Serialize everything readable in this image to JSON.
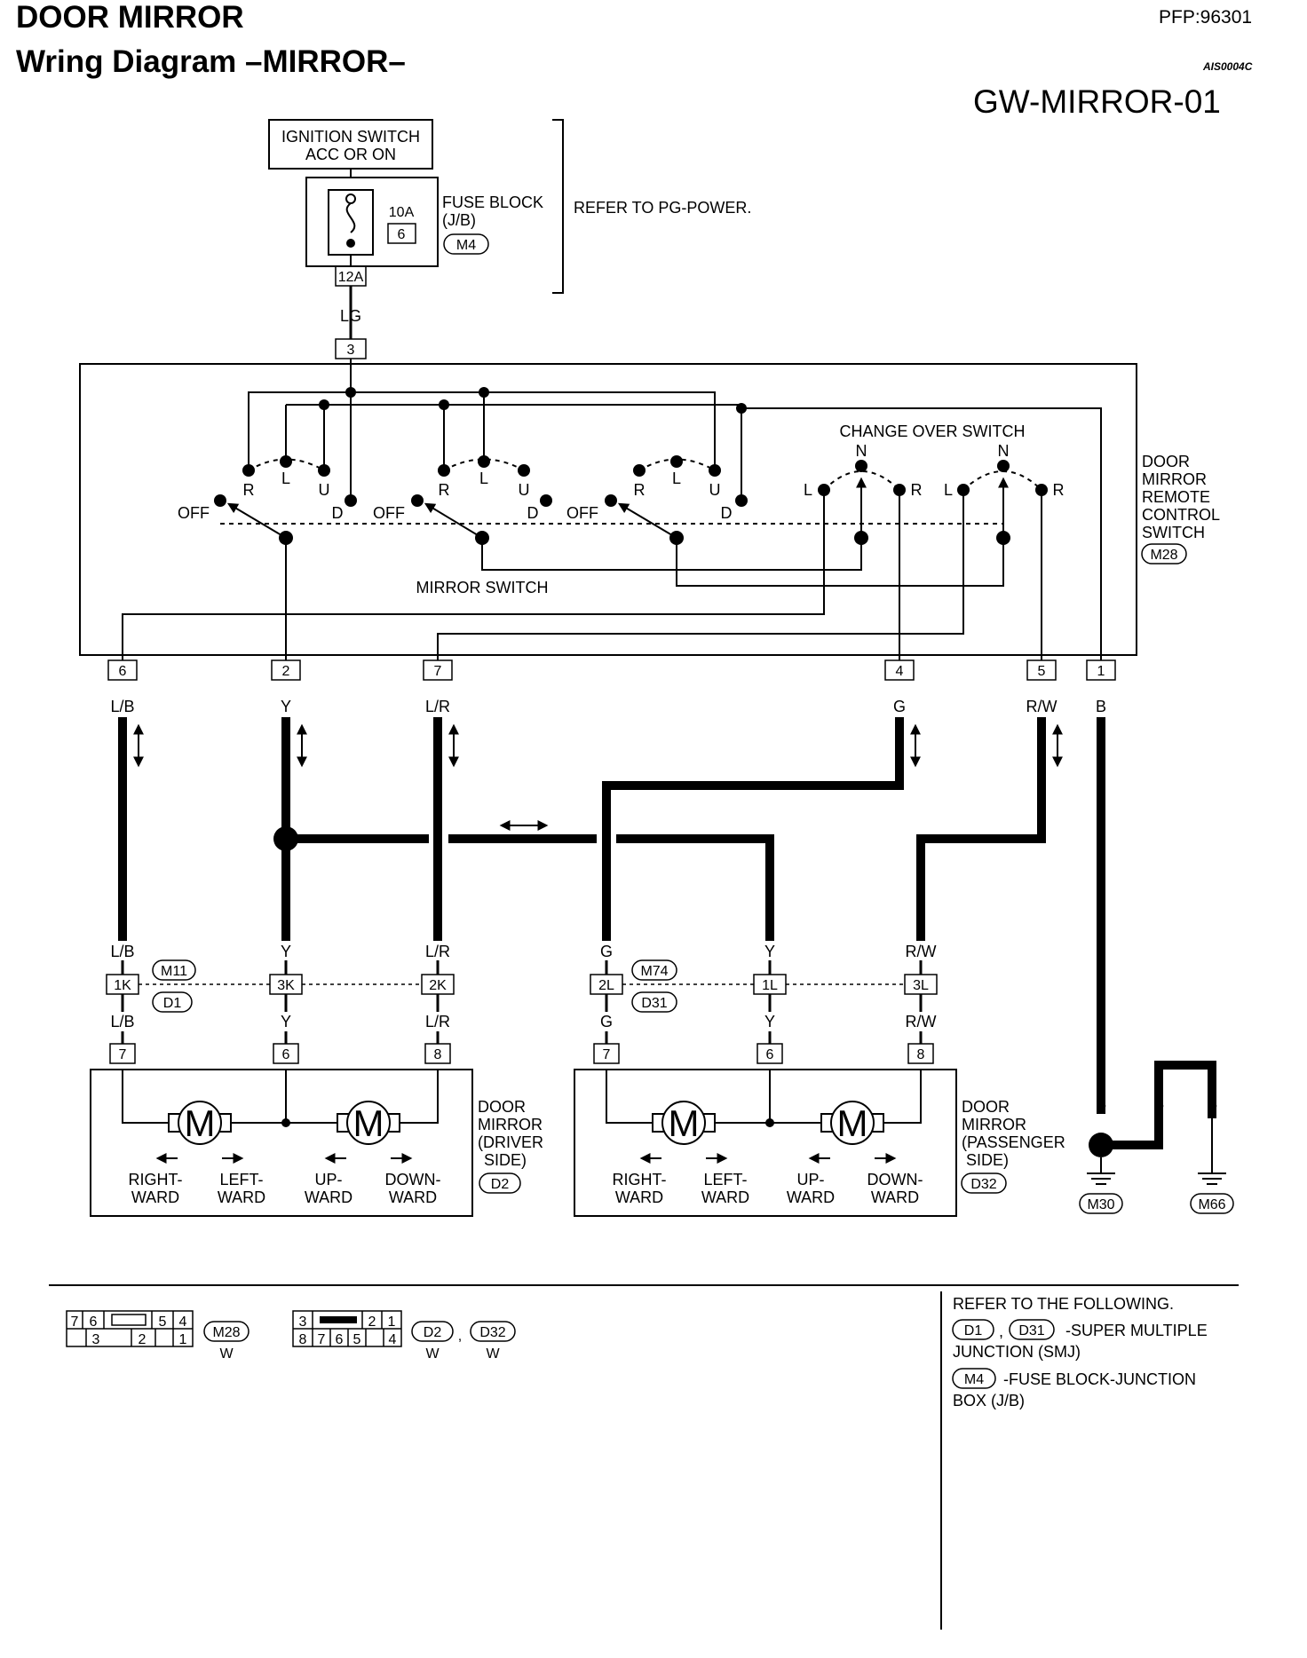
{
  "header": {
    "title": "DOOR MIRROR",
    "subtitle": "Wring Diagram  –MIRROR–",
    "pfp": "PFP:96301",
    "code": "AIS0004C",
    "diagram_id": "GW-MIRROR-01"
  },
  "power": {
    "ignition_line1": "IGNITION SWITCH",
    "ignition_line2": "ACC OR ON",
    "fuse_amp": "10A",
    "fuse_no": "6",
    "fuse_block_line1": "FUSE BLOCK",
    "fuse_block_line2": "(J/B)",
    "fuse_block_connector": "M4",
    "fuse_terminal": "12A",
    "refer_power": "REFER TO PG-POWER.",
    "wire_lg": "LG",
    "switch_terminal_3": "3"
  },
  "remote_switch": {
    "name_lines": [
      "DOOR",
      "MIRROR",
      "REMOTE",
      "CONTROL",
      "SWITCH"
    ],
    "connector": "M28",
    "mirror_switch_label": "MIRROR SWITCH",
    "change_over_label": "CHANGE OVER SWITCH",
    "pos_r": "R",
    "pos_l": "L",
    "pos_u": "U",
    "pos_d": "D",
    "pos_n": "N",
    "pos_off": "OFF",
    "terminals": [
      "6",
      "2",
      "7",
      "4",
      "5",
      "1"
    ]
  },
  "wires": {
    "lb": "L/B",
    "y": "Y",
    "lr": "L/R",
    "g": "G",
    "rw": "R/W",
    "b": "B"
  },
  "junction": {
    "conn_m11": "M11",
    "conn_d1": "D1",
    "conn_m74": "M74",
    "conn_d31": "D31",
    "t_1k": "1K",
    "t_3k": "3K",
    "t_2k": "2K",
    "t_2l": "2L",
    "t_1l": "1L",
    "t_3l": "3L"
  },
  "driver_mirror": {
    "name_lines": [
      "DOOR",
      "MIRROR",
      "(DRIVER",
      "SIDE)"
    ],
    "connector": "D2",
    "terminals": [
      "7",
      "6",
      "8"
    ],
    "motor_symbol": "M",
    "dirs": [
      [
        "RIGHT-",
        "WARD"
      ],
      [
        "LEFT-",
        "WARD"
      ],
      [
        "UP-",
        "WARD"
      ],
      [
        "DOWN-",
        "WARD"
      ]
    ]
  },
  "passenger_mirror": {
    "name_lines": [
      "DOOR",
      "MIRROR",
      "(PASSENGER",
      "SIDE)"
    ],
    "connector": "D32",
    "terminals": [
      "7",
      "6",
      "8"
    ],
    "motor_symbol": "M",
    "dirs": [
      [
        "RIGHT-",
        "WARD"
      ],
      [
        "LEFT-",
        "WARD"
      ],
      [
        "UP-",
        "WARD"
      ],
      [
        "DOWN-",
        "WARD"
      ]
    ]
  },
  "ground": {
    "g1": "M30",
    "g2": "M66"
  },
  "connector_views": {
    "m28_top": [
      "7",
      "6",
      "5",
      "4"
    ],
    "m28_bottom": [
      "3",
      "2",
      "1"
    ],
    "m28_name": "M28",
    "m28_color": "W",
    "d2_top": [
      "3",
      "2",
      "1"
    ],
    "d2_bottom": [
      "8",
      "7",
      "6",
      "5",
      "4"
    ],
    "d2_name": "D2",
    "d32_name": "D32",
    "d_color": "W",
    "comma": ","
  },
  "refer": {
    "heading": "REFER TO THE FOLLOWING.",
    "d1": "D1",
    "d31": "D31",
    "smj_line1": "-SUPER MULTIPLE",
    "smj_line2": "JUNCTION (SMJ)",
    "m4": "M4",
    "jb_line1": "-FUSE BLOCK-JUNCTION",
    "jb_line2": "BOX (J/B)",
    "comma": ","
  }
}
